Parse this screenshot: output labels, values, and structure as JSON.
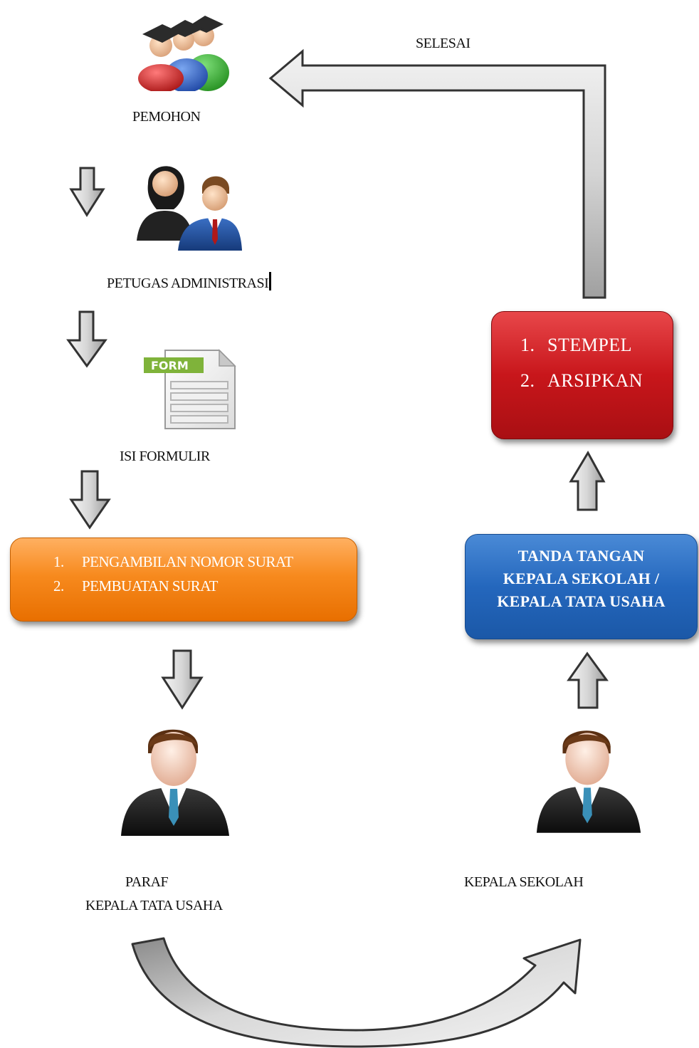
{
  "labels": {
    "selesai": "SELESAI",
    "pemohon": "PEMOHON",
    "petugas": "PETUGAS ADMINISTRASI",
    "isi_formulir": "ISI FORMULIR",
    "paraf_line1": "PARAF",
    "paraf_line2": "KEPALA TATA USAHA",
    "kepala_sekolah": "KEPALA SEKOLAH"
  },
  "orange_box": {
    "items": [
      {
        "num": "1.",
        "text": "PENGAMBILAN NOMOR SURAT"
      },
      {
        "num": "2.",
        "text": "PEMBUATAN SURAT"
      }
    ]
  },
  "blue_box": {
    "line1": "TANDA TANGAN",
    "line2": "KEPALA SEKOLAH /",
    "line3": "KEPALA TATA USAHA"
  },
  "red_box": {
    "items": [
      {
        "num": "1.",
        "text": "STEMPEL"
      },
      {
        "num": "2.",
        "text": "ARSIPKAN"
      }
    ]
  },
  "icon_form_label": "FORM",
  "colors": {
    "orange": "#f78a1e",
    "blue": "#2467bd",
    "red": "#c8161b",
    "arrow_fill": "#d9d9d9",
    "arrow_stroke": "#333333"
  }
}
